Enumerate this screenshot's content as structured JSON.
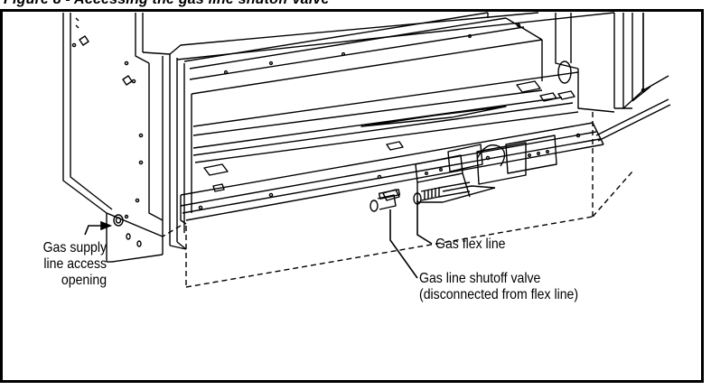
{
  "figure": {
    "title": "Figure 8 - Accessing the gas line shutoff valve",
    "callouts": {
      "access_opening": [
        "Gas supply",
        "line access",
        "opening"
      ],
      "flex_line": "Gas flex line",
      "shutoff_valve": [
        "Gas line shutoff valve",
        "(disconnected from flex line)"
      ]
    }
  }
}
